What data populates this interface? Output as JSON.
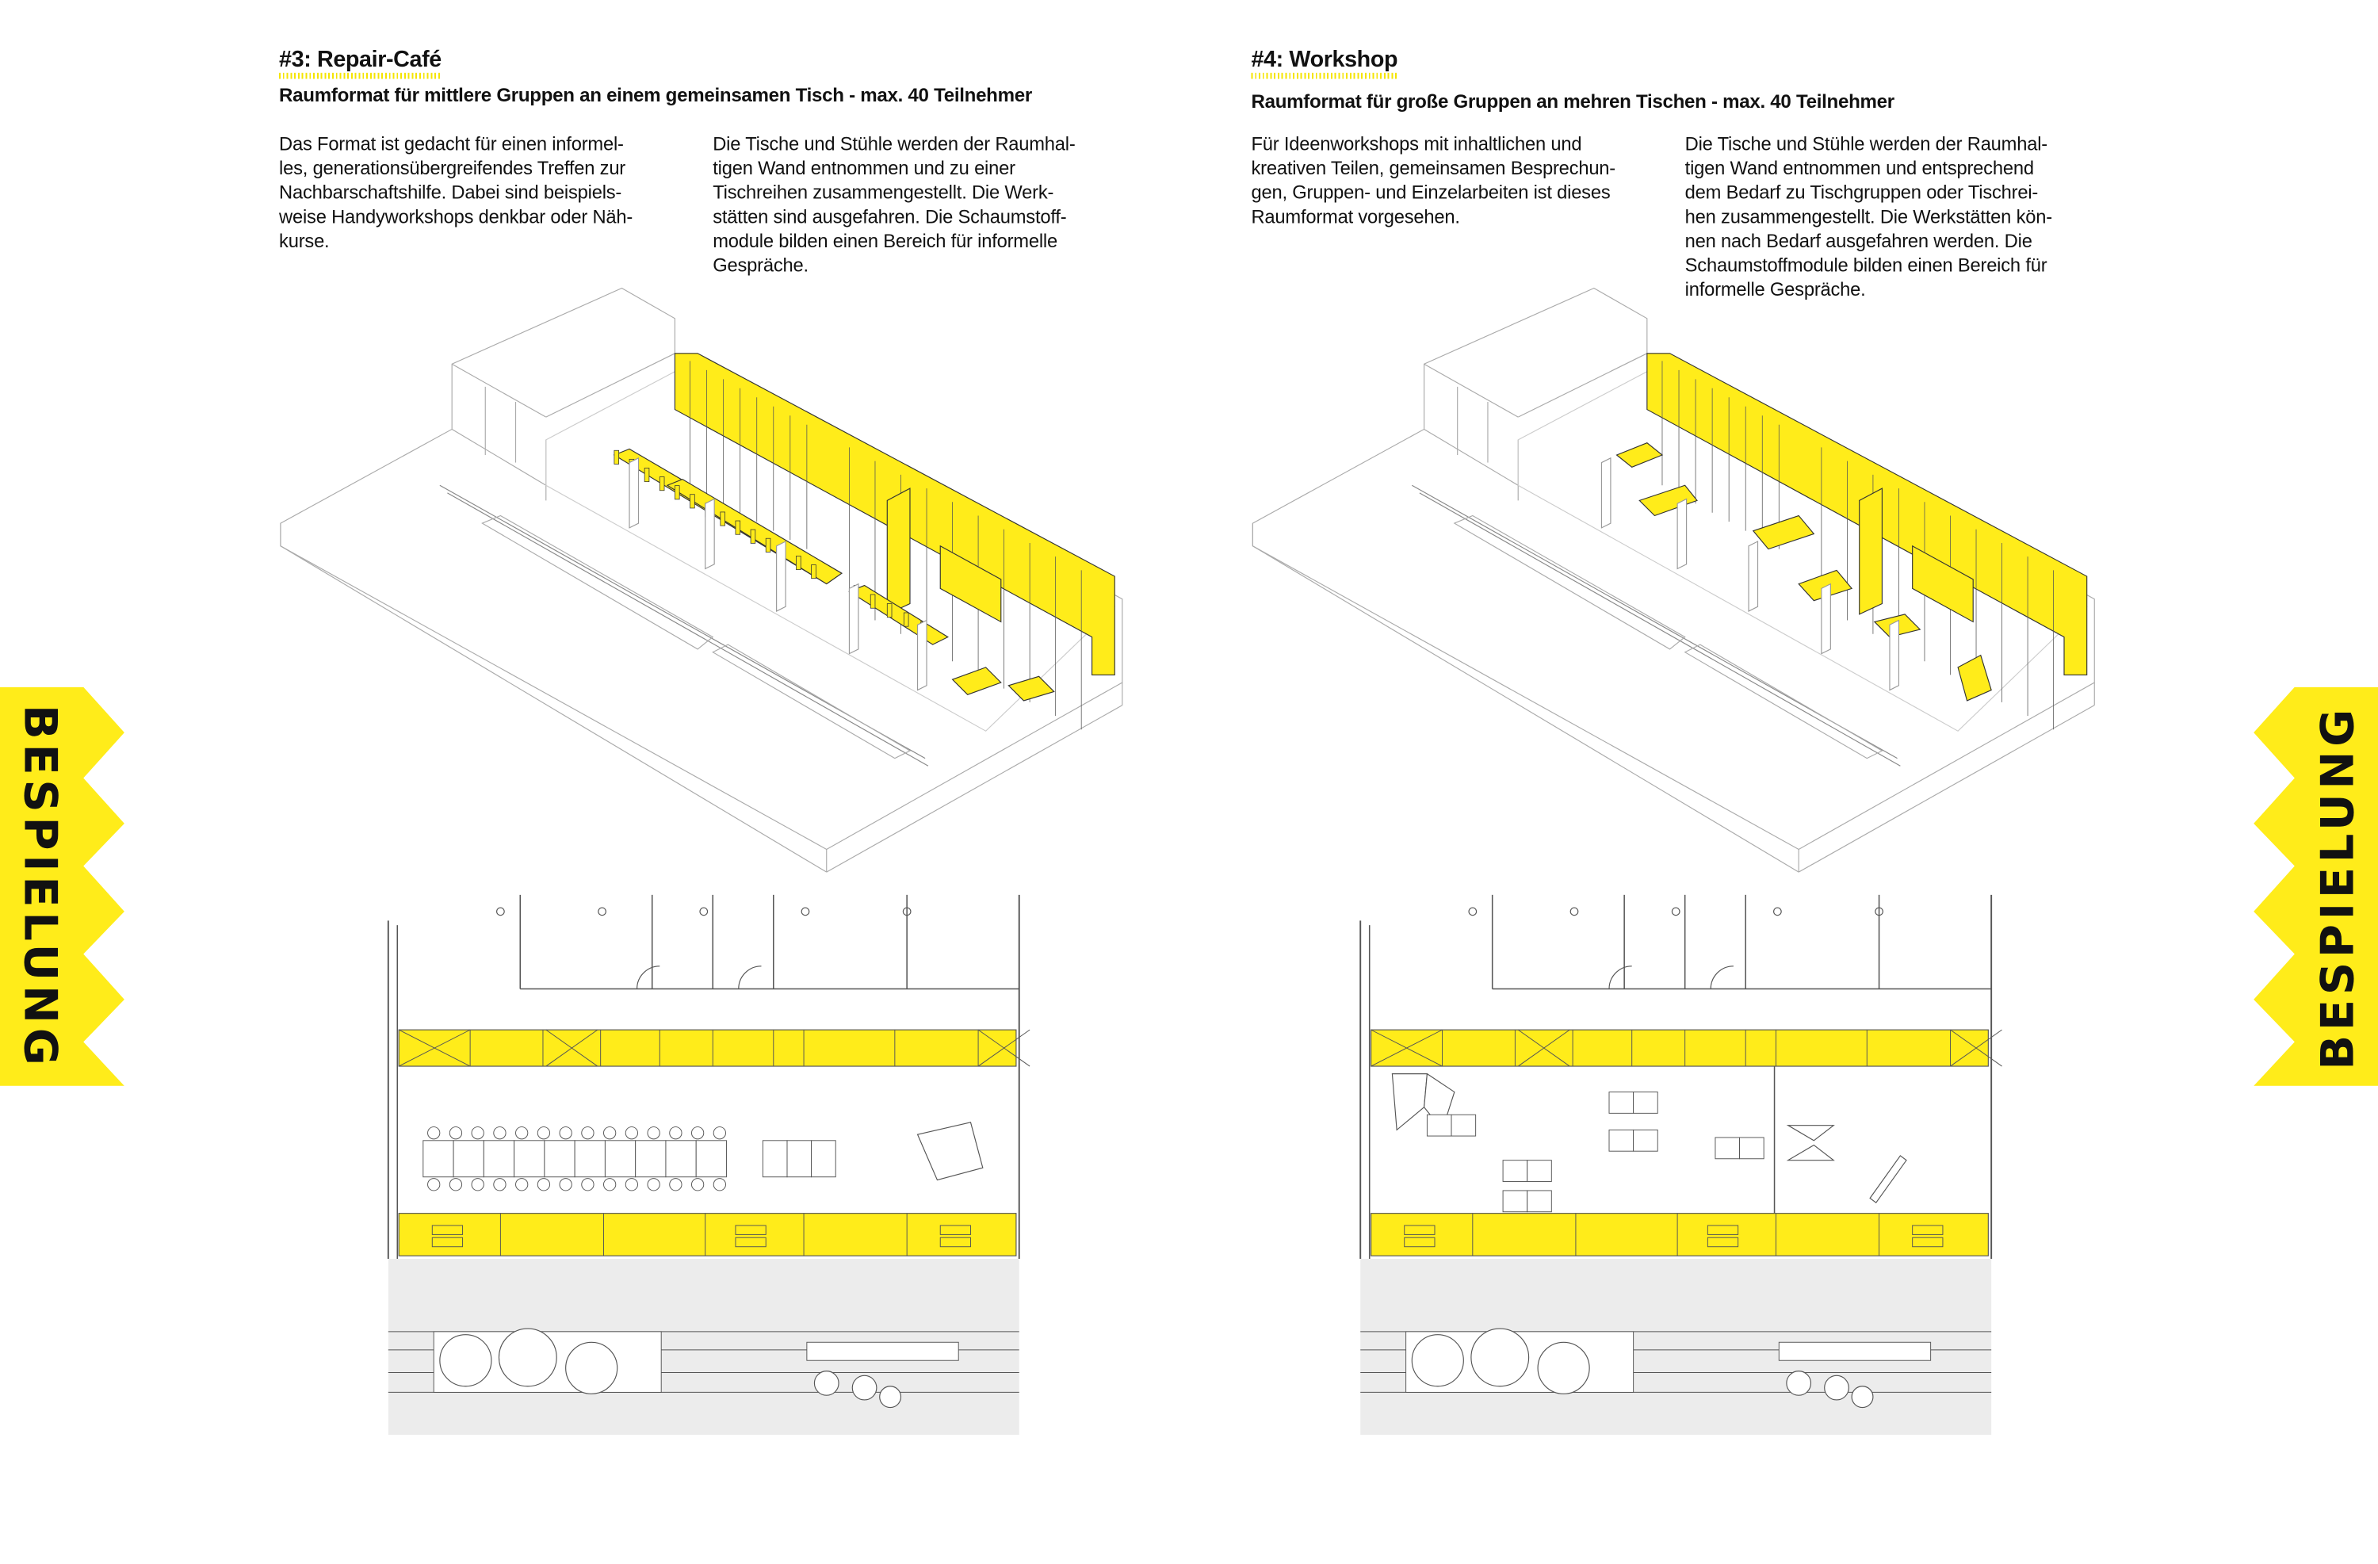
{
  "side_tab_label": "BESPIELUNG",
  "accent_color": "#ffec1a",
  "sections": [
    {
      "title": "#3: Repair-Café",
      "subtitle": "Raumformat für mittlere Gruppen an einem gemeinsamen Tisch - max. 40 Teilnehmer",
      "col1": [
        "Das Format ist gedacht für einen informel-",
        "les, generationsübergreifendes Treffen zur",
        "Nachbarschaftshilfe. Dabei sind beispiels-",
        "weise Handyworkshops denkbar oder Näh-",
        "kurse."
      ],
      "col2": [
        "Die Tische und Stühle werden der Raumhal-",
        "tigen Wand entnommen und  zu einer",
        "Tischreihen zusammengestellt. Die Werk-",
        "stätten sind ausgefahren. Die Schaumstoff-",
        "module bilden einen Bereich für informelle",
        "Gespräche."
      ]
    },
    {
      "title": "#4: Workshop",
      "subtitle": "Raumformat für große Gruppen an mehren Tischen - max. 40 Teilnehmer",
      "col1": [
        "Für Ideenworkshops mit inhaltlichen und",
        "kreativen Teilen, gemeinsamen Besprechun-",
        "gen, Gruppen- und Einzelarbeiten ist dieses",
        "Raumformat vorgesehen."
      ],
      "col2": [
        "Die Tische und Stühle werden der Raumhal-",
        "tigen Wand entnommen und entsprechend",
        "dem Bedarf zu Tischgruppen oder Tischrei-",
        "hen zusammengestellt. Die Werkstätten kön-",
        "nen nach Bedarf ausgefahren werden. Die",
        "Schaumstoffmodule bilden einen Bereich für",
        "informelle Gespräche."
      ]
    }
  ]
}
